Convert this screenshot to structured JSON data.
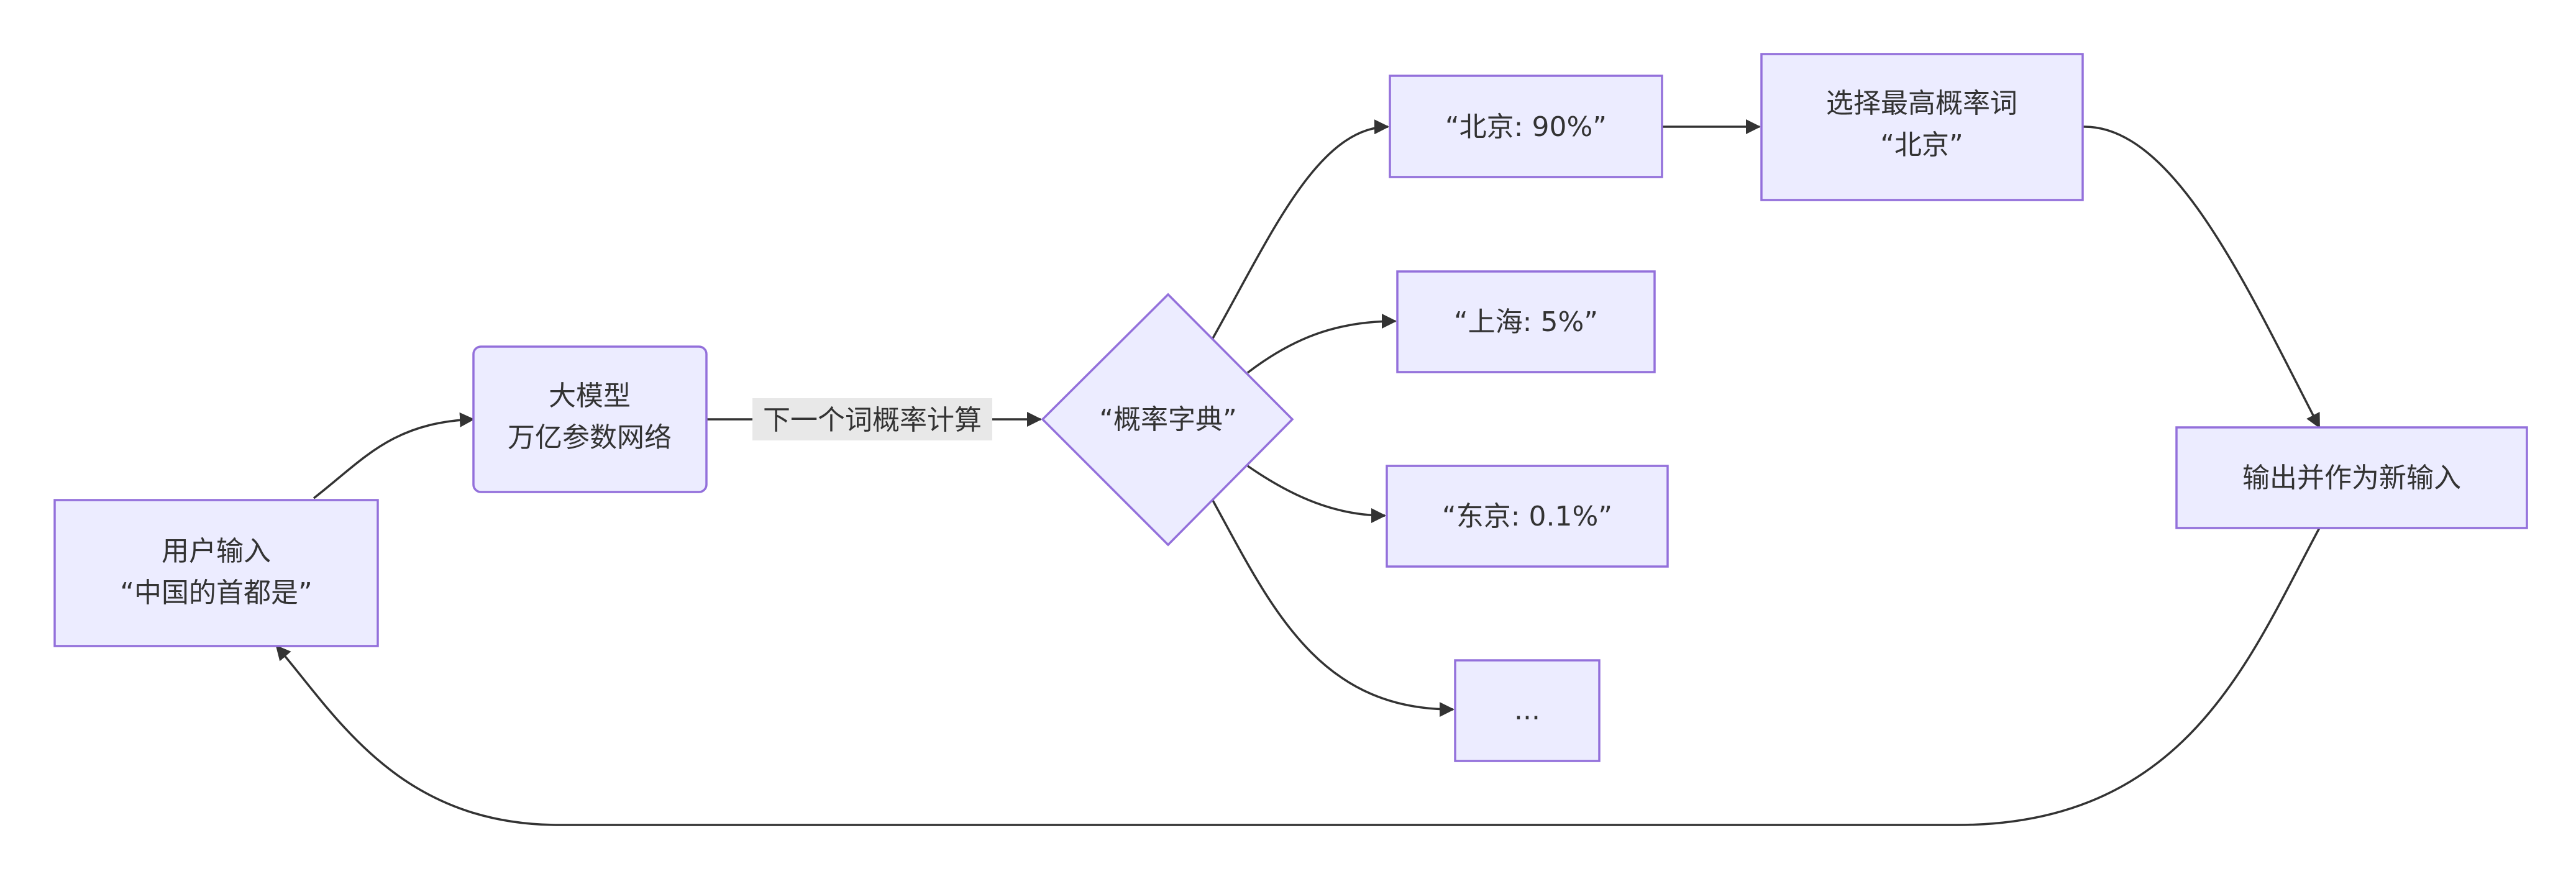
{
  "diagram": {
    "nodes": {
      "user_input": {
        "line1": "用户输入",
        "line2": "“中国的首都是”"
      },
      "model": {
        "line1": "大模型",
        "line2": "万亿参数网络"
      },
      "prob_dict": {
        "label": "“概率字典”"
      },
      "beijing": {
        "label": "“北京: 90%”"
      },
      "shanghai": {
        "label": "“上海: 5%”"
      },
      "tokyo": {
        "label": "“东京: 0.1%”"
      },
      "more": {
        "label": "..."
      },
      "select": {
        "line1": "选择最高概率词",
        "line2": "“北京”"
      },
      "output": {
        "label": "输出并作为新输入"
      }
    },
    "edges": {
      "model_to_dict": {
        "label": "下一个词概率计算"
      }
    }
  }
}
